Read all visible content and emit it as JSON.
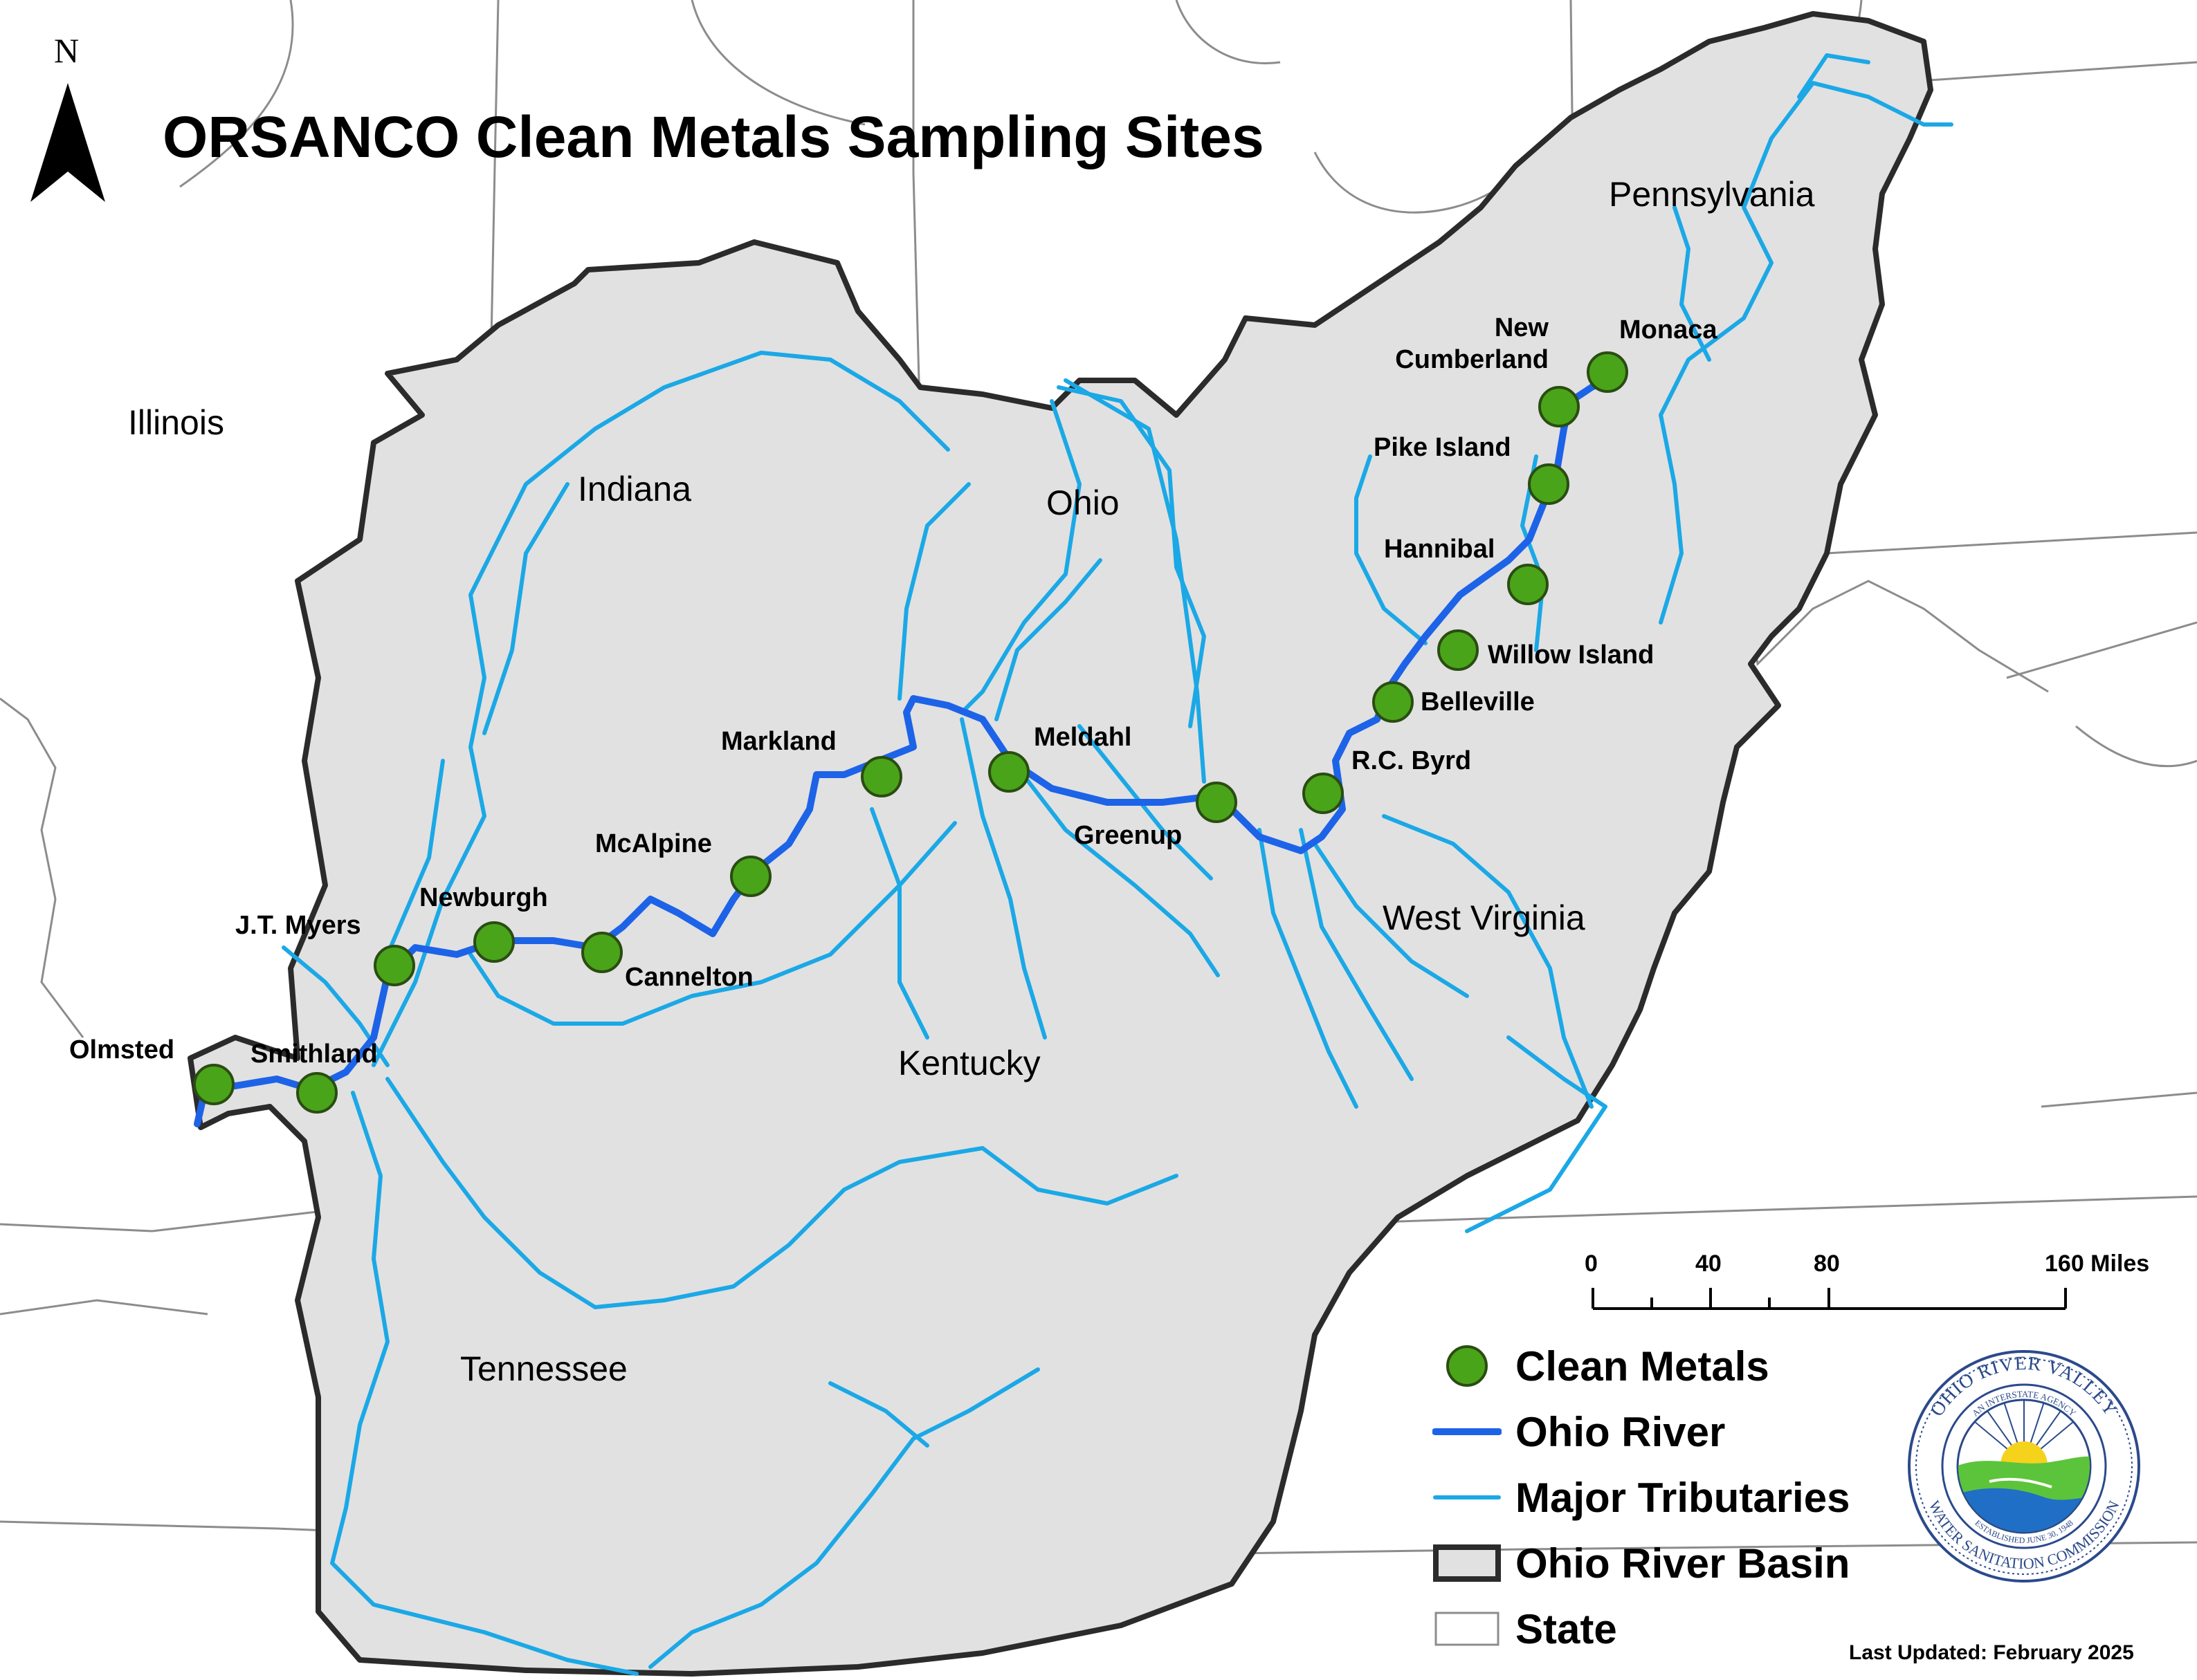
{
  "title": "ORSANCO Clean Metals Sampling Sites",
  "north_arrow": {
    "label": "N"
  },
  "states": {
    "illinois": "Illinois",
    "indiana": "Indiana",
    "ohio": "Ohio",
    "pennsylvania": "Pennsylvania",
    "west_virginia": "West Virginia",
    "kentucky": "Kentucky",
    "tennessee": "Tennessee"
  },
  "sites": [
    {
      "id": "olmsted",
      "label": "Olmsted"
    },
    {
      "id": "smithland",
      "label": "Smithland"
    },
    {
      "id": "jtmyers",
      "label": "J.T. Myers"
    },
    {
      "id": "newburgh",
      "label": "Newburgh"
    },
    {
      "id": "cannelton",
      "label": "Cannelton"
    },
    {
      "id": "mcalpine",
      "label": "McAlpine"
    },
    {
      "id": "markland",
      "label": "Markland"
    },
    {
      "id": "meldahl",
      "label": "Meldahl"
    },
    {
      "id": "greenup",
      "label": "Greenup"
    },
    {
      "id": "rcbyrd",
      "label": "R.C. Byrd"
    },
    {
      "id": "belleville",
      "label": "Belleville"
    },
    {
      "id": "willowisland",
      "label": "Willow Island"
    },
    {
      "id": "hannibal",
      "label": "Hannibal"
    },
    {
      "id": "pikeisland",
      "label": "Pike Island"
    },
    {
      "id": "newcumberland",
      "label": "New Cumberland"
    },
    {
      "id": "monaca",
      "label": "Monaca"
    }
  ],
  "scale_bar": {
    "ticks": [
      "0",
      "40",
      "80",
      "160 Miles"
    ]
  },
  "legend": {
    "clean_metals": "Clean Metals",
    "ohio_river": "Ohio River",
    "major_tributaries": "Major Tributaries",
    "ohio_river_basin": "Ohio River Basin",
    "state": "State"
  },
  "seal": {
    "outer_text": "OHIO RIVER VALLEY",
    "bottom_text": "WATER SANITATION COMMISSION",
    "inner_text": "AN INTERSTATE AGENCY",
    "established": "ESTABLISHED JUNE 30, 1948"
  },
  "last_updated": "Last Updated: February 2025",
  "colors": {
    "site_fill": "#4aa419",
    "ohio_river": "#1d63e8",
    "tributary": "#1ba8e6",
    "basin_fill": "#e1e1e1",
    "basin_border": "#2b2b2b",
    "state_line": "#8c8c8c"
  }
}
